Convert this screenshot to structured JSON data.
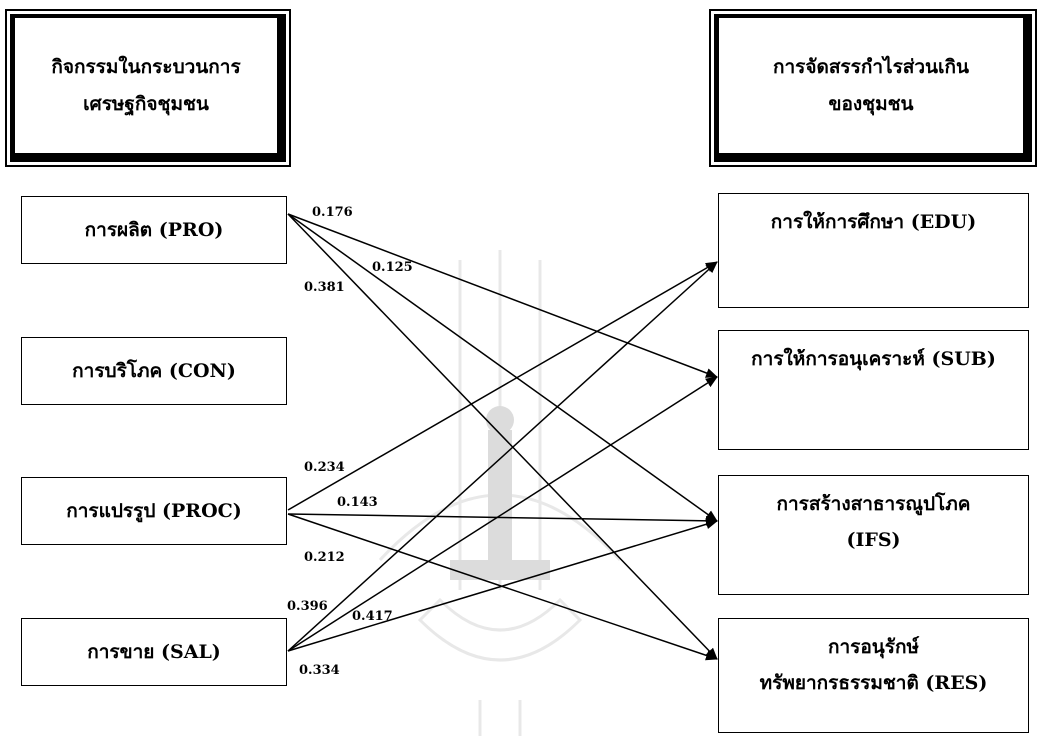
{
  "left_header": {
    "line1": "กิจกรรมในกระบวนการ",
    "line2": "เศรษฐกิจชุมชน"
  },
  "right_header": {
    "line1": "การจัดสรรกำไรส่วนเกิน",
    "line2": "ของชุมชน"
  },
  "left_nodes": {
    "pro": "การผลิต (PRO)",
    "con": "การบริโภค (CON)",
    "proc": "การแปรรูป (PROC)",
    "sal": "การขาย (SAL)"
  },
  "right_nodes": {
    "edu": "การให้การศึกษา (EDU)",
    "sub": "การให้การอนุเคราะห์ (SUB)",
    "ifs_line1": "การสร้างสาธารณูปโภค",
    "ifs_line2": "(IFS)",
    "res_line1": "การอนุรักษ์",
    "res_line2": "ทรัพยากรธรรมชาติ (RES)"
  },
  "paths": [
    {
      "from": "PRO",
      "to": "SUB",
      "coef": "0.176"
    },
    {
      "from": "PRO",
      "to": "IFS",
      "coef": "0.125"
    },
    {
      "from": "PRO",
      "to": "RES",
      "coef": "0.381"
    },
    {
      "from": "PROC",
      "to": "EDU",
      "coef": "0.234"
    },
    {
      "from": "PROC",
      "to": "IFS",
      "coef": "0.143"
    },
    {
      "from": "PROC",
      "to": "RES",
      "coef": "0.212"
    },
    {
      "from": "SAL",
      "to": "EDU",
      "coef": "0.396"
    },
    {
      "from": "SAL",
      "to": "SUB",
      "coef": "0.417"
    },
    {
      "from": "SAL",
      "to": "IFS",
      "coef": "0.334"
    }
  ]
}
